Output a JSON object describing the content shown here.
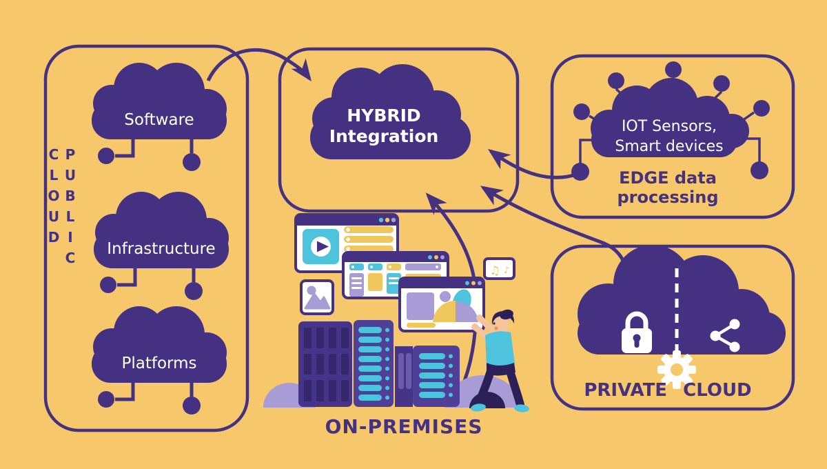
{
  "title": "Hybrid cloud integration diagram",
  "palette": {
    "background": "#F6C76B",
    "purple": "#453182",
    "teal": "#4EC3DE",
    "yellow_accent": "#EFC75D",
    "lavender": "#A79CD6",
    "white": "#FFFFFF",
    "server_body": "#4F3F96",
    "server_dark": "#3A2C75",
    "pants_hair": "#2B2158",
    "skin": "#F4C59C"
  },
  "public_cloud_box": {
    "label": "PUBLIC CLOUD",
    "clouds": [
      "Software",
      "Infrastructure",
      "Platforms"
    ]
  },
  "hybrid_box": {
    "cloud_lines": [
      "HYBRID",
      "Integration"
    ]
  },
  "edge_box": {
    "cloud_lines": [
      "IOT Sensors,",
      "Smart devices"
    ],
    "caption_lines": [
      "EDGE data",
      "processing"
    ]
  },
  "private_box": {
    "label": "PRIVATE CLOUD"
  },
  "on_premises": {
    "label": "ON-PREMISES"
  },
  "decor": {
    "music_note_1": "♫",
    "music_note_2": "♪"
  },
  "icons": [
    "lock-icon",
    "share-icon",
    "gear-icon",
    "play-icon",
    "music-notes-icon",
    "image-icon",
    "cloud-icon"
  ]
}
